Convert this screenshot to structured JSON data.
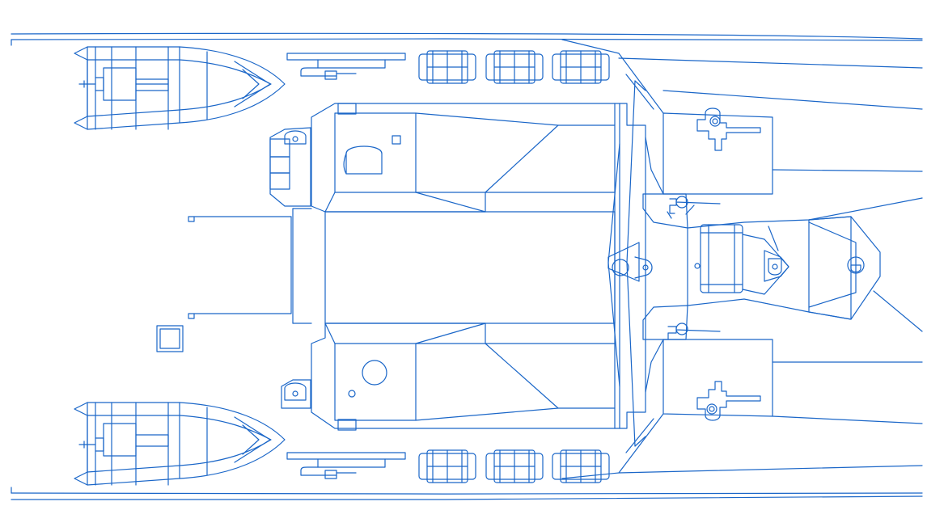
{
  "drawing": {
    "type": "deck-plan-line-drawing",
    "line_color": "#1a66c8",
    "background_color": "#ffffff",
    "labels": []
  },
  "components": {
    "inflatable_boats": 2,
    "life_raft_canisters": 6,
    "gun_mounts": 4,
    "deckhouse_hatches": 3
  }
}
